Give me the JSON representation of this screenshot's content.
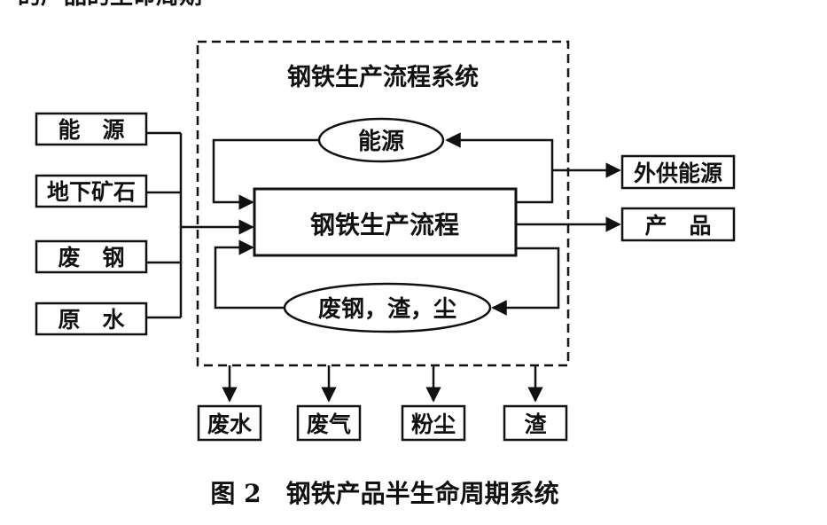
{
  "header_fragment": "的产品的生命周期",
  "system": {
    "title": "钢铁生产流程系统"
  },
  "process": {
    "label": "钢铁生产流程"
  },
  "loops": {
    "energy": "能源",
    "waste": "废钢，渣，尘"
  },
  "inputs": [
    "能　源",
    "地下矿石",
    "废　钢",
    "原　水"
  ],
  "outputs_right": [
    "外供能源",
    "产　品"
  ],
  "outputs_bottom": [
    "废水",
    "废气",
    "粉尘",
    "渣"
  ],
  "caption": "图 2　钢铁产品半生命周期系统"
}
